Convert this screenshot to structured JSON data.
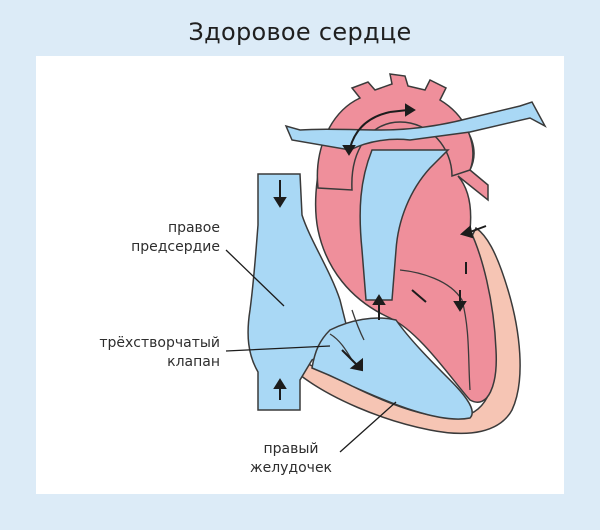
{
  "title": "Здоровое сердце",
  "labels": {
    "right_atrium": [
      "правое",
      "предсердие"
    ],
    "tricuspid_valve": [
      "трёхстворчатый",
      "клапан"
    ],
    "right_ventricle": [
      "правый",
      "желудочек"
    ]
  },
  "colors": {
    "background": "#dcebf7",
    "panel": "#ffffff",
    "deoxygenated_blood": "#a9d8f5",
    "oxygenated_blood": "#ef8f9b",
    "heart_wall": "#f6c5b4",
    "outline": "#3a3a3a"
  }
}
